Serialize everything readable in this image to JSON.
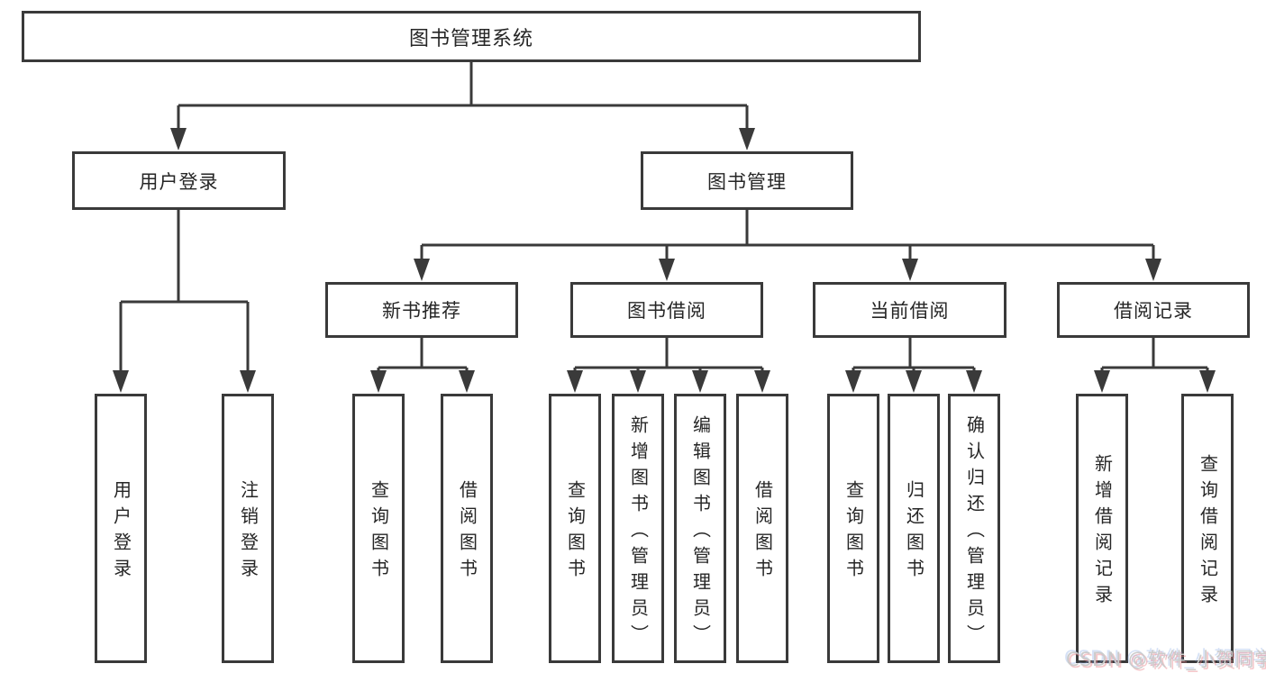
{
  "tree": {
    "root": {
      "label": "图书管理系统"
    },
    "branches": [
      {
        "label": "用户登录",
        "children": [
          {
            "label": "用户登录"
          },
          {
            "label": "注销登录"
          }
        ]
      },
      {
        "label": "图书管理",
        "children": [
          {
            "label": "新书推荐",
            "children": [
              {
                "label": "查询图书"
              },
              {
                "label": "借阅图书"
              }
            ]
          },
          {
            "label": "图书借阅",
            "children": [
              {
                "label": "查询图书"
              },
              {
                "label": "新增图书（管理员）"
              },
              {
                "label": "编辑图书（管理员）"
              },
              {
                "label": "借阅图书"
              }
            ]
          },
          {
            "label": "当前借阅",
            "children": [
              {
                "label": "查询图书"
              },
              {
                "label": "归还图书"
              },
              {
                "label": "确认归还（管理员）"
              }
            ]
          },
          {
            "label": "借阅记录",
            "children": [
              {
                "label": "新增借阅记录"
              },
              {
                "label": "查询借阅记录"
              }
            ]
          }
        ]
      }
    ]
  },
  "watermark": {
    "text": "CSDN @软件_小贺同学"
  },
  "colors": {
    "line": "#3a3a3a",
    "text": "#262626",
    "background": "#ffffff",
    "watermark": "#cbcbcb"
  }
}
